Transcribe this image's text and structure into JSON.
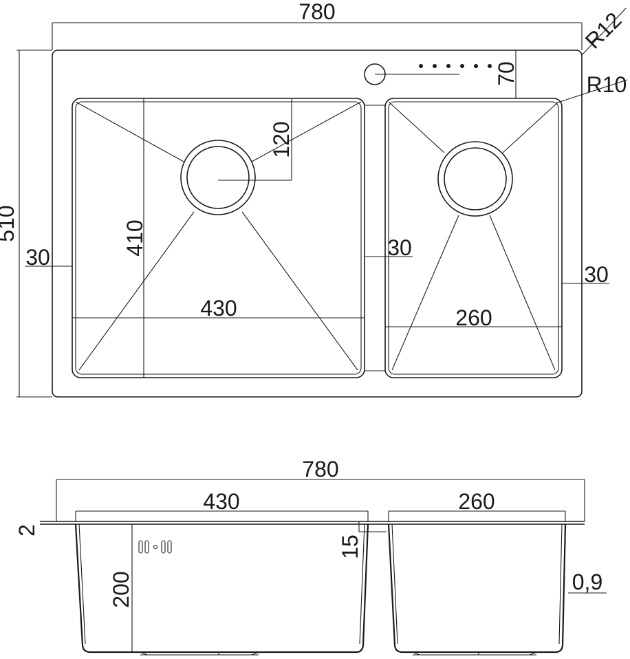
{
  "top_view": {
    "overall_width": "780",
    "overall_depth": "510",
    "corner_radius_outer": "R12",
    "corner_radius_bowl": "R10",
    "tap_offset": "70",
    "left_rim": "30",
    "center_rim": "30",
    "right_rim": "30",
    "drain_offset": "120",
    "large_bowl_depth": "410",
    "large_bowl_width": "430",
    "small_bowl_width": "260"
  },
  "side_view": {
    "overall_width": "780",
    "large_bowl_width": "430",
    "small_bowl_width": "260",
    "deck_thickness": "2",
    "lip_height": "15",
    "bowl_height": "200",
    "material_thickness": "0,9"
  }
}
